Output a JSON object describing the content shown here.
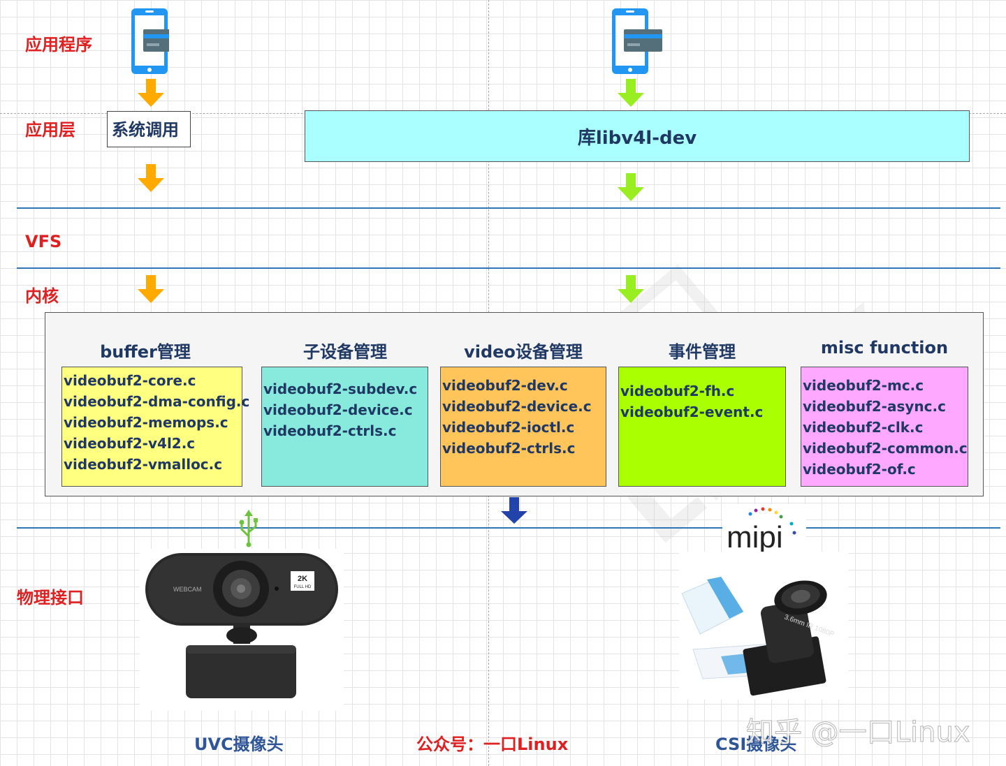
{
  "layers": {
    "app": "应用程序",
    "app_layer": "应用层",
    "vfs": "VFS",
    "kernel": "内核",
    "physical": "物理接口"
  },
  "syscall_label": "系统调用",
  "lib_label": "库libv4l-dev",
  "kernel_columns": [
    {
      "title": "buffer管理",
      "color": "#ffff80",
      "files": [
        "videobuf2-core.c",
        "videobuf2-dma-config.c",
        "videobuf2-memops.c",
        "videobuf2-v4l2.c",
        "videobuf2-vmalloc.c"
      ]
    },
    {
      "title": "子设备管理",
      "color": "#88eadc",
      "files": [
        "videobuf2-subdev.c",
        "videobuf2-device.c",
        "videobuf2-ctrls.c"
      ]
    },
    {
      "title": "video设备管理",
      "color": "#ffc45a",
      "files": [
        "videobuf2-dev.c",
        "videobuf2-device.c",
        "videobuf2-ioctl.c",
        "videobuf2-ctrls.c"
      ]
    },
    {
      "title": "事件管理",
      "color": "#aaff00",
      "files": [
        "videobuf2-fh.c",
        "videobuf2-event.c"
      ]
    },
    {
      "title": "misc function",
      "color": "#ffa8ff",
      "files": [
        "videobuf2-mc.c",
        "videobuf2-async.c",
        "videobuf2-clk.c",
        "videobuf2-common.c",
        "videobuf2-of.c"
      ]
    }
  ],
  "captions": {
    "uvc": "UVC摄像头",
    "public_account": "公众号：一口Linux",
    "csi": "CSI摄像头"
  },
  "webcam": {
    "brand": "WEBCAM",
    "badge_top": "2K",
    "badge_bottom": "FULL HD"
  },
  "csi_lens_text": "3.6mm IR 1080P",
  "mipi_logo": "mipi",
  "watermark_zhihu": "知乎 @一口Linux",
  "colors": {
    "layer_label": "#e02020",
    "orange_arrow": "#ffaa00",
    "green_arrow": "#99ee22",
    "blue_arrow": "#2244aa",
    "phone_blue": "#2196f3"
  },
  "icons": [
    "phone-icon",
    "down-arrow-icon",
    "usb-icon",
    "mipi-logo",
    "webcam-image",
    "csi-camera-image"
  ]
}
